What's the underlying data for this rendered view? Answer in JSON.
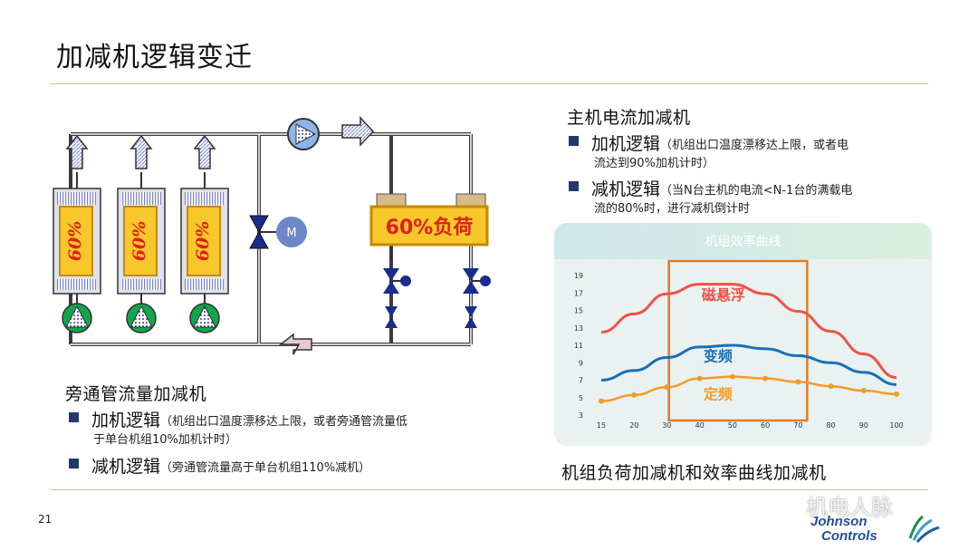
{
  "title": "加减机逻辑变迁",
  "page_number": "21",
  "diagram": {
    "chiller_load_labels": [
      "60%",
      "60%",
      "60%"
    ],
    "valve_motor_label": "M",
    "heat_exchanger_label": "60%负荷"
  },
  "current_section": {
    "heading": "主机电流加减机",
    "bullets": [
      {
        "title": "加机逻辑",
        "desc_line1": "（机组出口温度漂移达上限，或者电",
        "desc_line2": "流达到90%加机计时）"
      },
      {
        "title": "减机逻辑",
        "desc_line1": "（当N台主机的电流<N-1台的满载电",
        "desc_line2": "流的80%时，进行减机倒计时"
      }
    ]
  },
  "bypass_section": {
    "heading": "旁通管流量加减机",
    "bullets": [
      {
        "title": "加机逻辑",
        "desc_line1": "（机组出口温度漂移达上限，或者旁通管流量低",
        "desc_line2": "于单台机组10%加机计时）"
      },
      {
        "title": "减机逻辑",
        "desc_line1": "（旁通管流量高于单台机组110%减机）",
        "desc_line2": ""
      }
    ]
  },
  "chart_caption": "机组负荷加减机和效率曲线加减机",
  "chart_data": {
    "type": "line",
    "title": "机组效率曲线",
    "x": [
      15,
      20,
      30,
      40,
      50,
      60,
      70,
      80,
      90,
      100
    ],
    "ylim": [
      3,
      19
    ],
    "yticks": [
      3,
      5,
      7,
      9,
      11,
      13,
      15,
      17,
      19
    ],
    "series": [
      {
        "name": "磁悬浮",
        "color": "#f0524a",
        "values": [
          12.5,
          14.6,
          16.9,
          18.0,
          18.0,
          16.9,
          14.9,
          12.6,
          10.0,
          7.3
        ]
      },
      {
        "name": "变频",
        "color": "#1a6fb5",
        "values": [
          7.0,
          8.1,
          9.6,
          10.8,
          11.0,
          10.6,
          9.8,
          9.0,
          7.9,
          6.5
        ]
      },
      {
        "name": "定频",
        "color": "#f39b2a",
        "values": [
          4.6,
          5.3,
          6.2,
          7.2,
          7.4,
          7.2,
          6.8,
          6.3,
          5.8,
          5.4
        ],
        "markers": true
      }
    ],
    "highlight_range": [
      40,
      70
    ],
    "highlight_color": "#e07a2b",
    "grid": false
  },
  "watermark": "机电人脉",
  "logo": {
    "line1": "Johnson",
    "line2": "Controls"
  }
}
